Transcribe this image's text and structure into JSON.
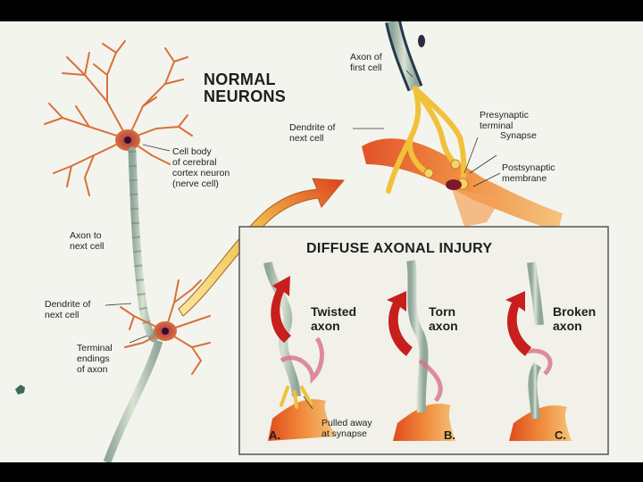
{
  "titles": {
    "normal": "NORMAL\nNEURONS",
    "injury": "DIFFUSE AXONAL INJURY"
  },
  "labels": {
    "axon_first_cell": "Axon of\nfirst cell",
    "presynaptic": "Presynaptic\nterminal",
    "dendrite_next_top": "Dendrite of\nnext cell",
    "synapse": "Synapse",
    "postsynaptic": "Postsynaptic\nmembrane",
    "cell_body": "Cell body\nof cerebral\ncortex neuron\n(nerve cell)",
    "axon_to_next": "Axon to\nnext cell",
    "dendrite_next_left": "Dendrite of\nnext cell",
    "terminal_endings": "Terminal\nendings\nof axon",
    "pulled_away": "Pulled away\nat synapse"
  },
  "injuries": [
    {
      "label": "Twisted\naxon",
      "letter": "A."
    },
    {
      "label": "Torn\naxon",
      "letter": "B."
    },
    {
      "label": "Broken\naxon",
      "letter": "C."
    }
  ],
  "colors": {
    "background": "#f4f4ee",
    "neuron": "#d9703a",
    "axon": "#b9c9b8",
    "synapse_orange": "#e8763a",
    "arrow_red": "#c81e1e",
    "arrow_yellow": "#f4d86a"
  }
}
